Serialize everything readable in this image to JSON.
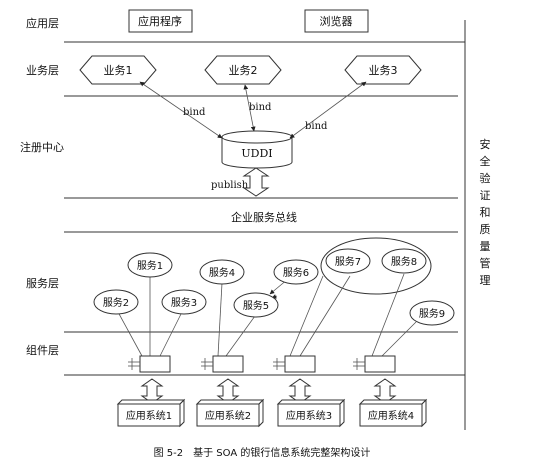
{
  "layers": {
    "app": "应用层",
    "business": "业务层",
    "registry": "注册中心",
    "bus": "企业服务总线",
    "service": "服务层",
    "component": "组件层"
  },
  "apps": {
    "app_program": "应用程序",
    "browser": "浏览器"
  },
  "businesses": [
    "业务1",
    "业务2",
    "业务3"
  ],
  "uddi": "UDDI",
  "bind": "bind",
  "publish": "publish",
  "services": [
    "服务1",
    "服务2",
    "服务3",
    "服务4",
    "服务5",
    "服务6",
    "服务7",
    "服务8",
    "服务9"
  ],
  "systems": [
    "应用系统1",
    "应用系统2",
    "应用系统3",
    "应用系统4"
  ],
  "side_label": [
    "安",
    "全",
    "验",
    "证",
    "和",
    "质",
    "量",
    "管",
    "理"
  ],
  "caption": "图 5-2　基于 SOA 的银行信息系统完整架构设计"
}
